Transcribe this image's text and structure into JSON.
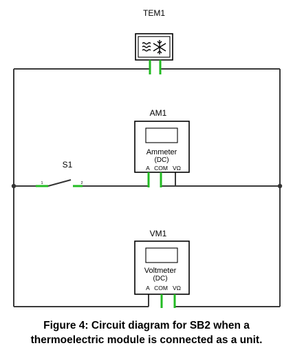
{
  "components": {
    "tem": {
      "label": "TEM1"
    },
    "ammeter": {
      "label": "AM1",
      "name": "Ammeter",
      "mode": "(DC)",
      "terminals": [
        "A",
        "COM",
        "VΩ"
      ]
    },
    "voltmeter": {
      "label": "VM1",
      "name": "Voltmeter",
      "mode": "(DC)",
      "terminals": [
        "A",
        "COM",
        "VΩ"
      ]
    },
    "switch": {
      "label": "S1",
      "pin1": "1",
      "pin2": "2"
    }
  },
  "caption": {
    "line1": "Figure 4: Circuit diagram for SB2 when a",
    "line2": "thermoelectric module is connected as a unit."
  },
  "colors": {
    "wire": "#3a3a3a",
    "lead": "#22bb22",
    "component": "#000000"
  }
}
